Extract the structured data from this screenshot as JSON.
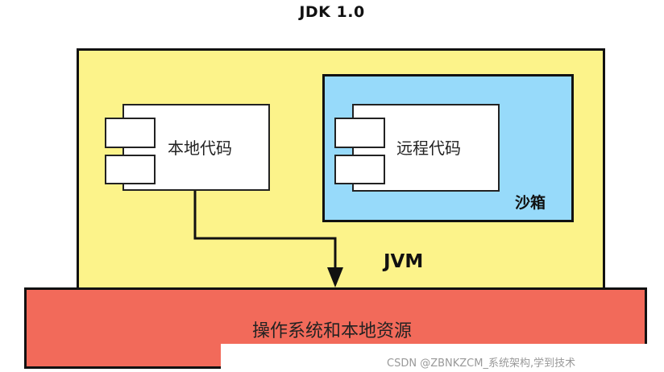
{
  "diagram": {
    "title": "JDK 1.0",
    "jvm_label": "JVM",
    "sandbox_label": "沙箱",
    "local_code_label": "本地代码",
    "remote_code_label": "远程代码",
    "os_label": "操作系统和本地资源",
    "watermark": "CSDN @ZBNKZCM_系统架构,学到技术"
  },
  "colors": {
    "jvm_fill": "#fcf38a",
    "sandbox_fill": "#97dafa",
    "os_fill": "#f26a5a",
    "component_fill": "#ffffff"
  },
  "icons": [
    "component-icon",
    "arrow-down-icon"
  ]
}
